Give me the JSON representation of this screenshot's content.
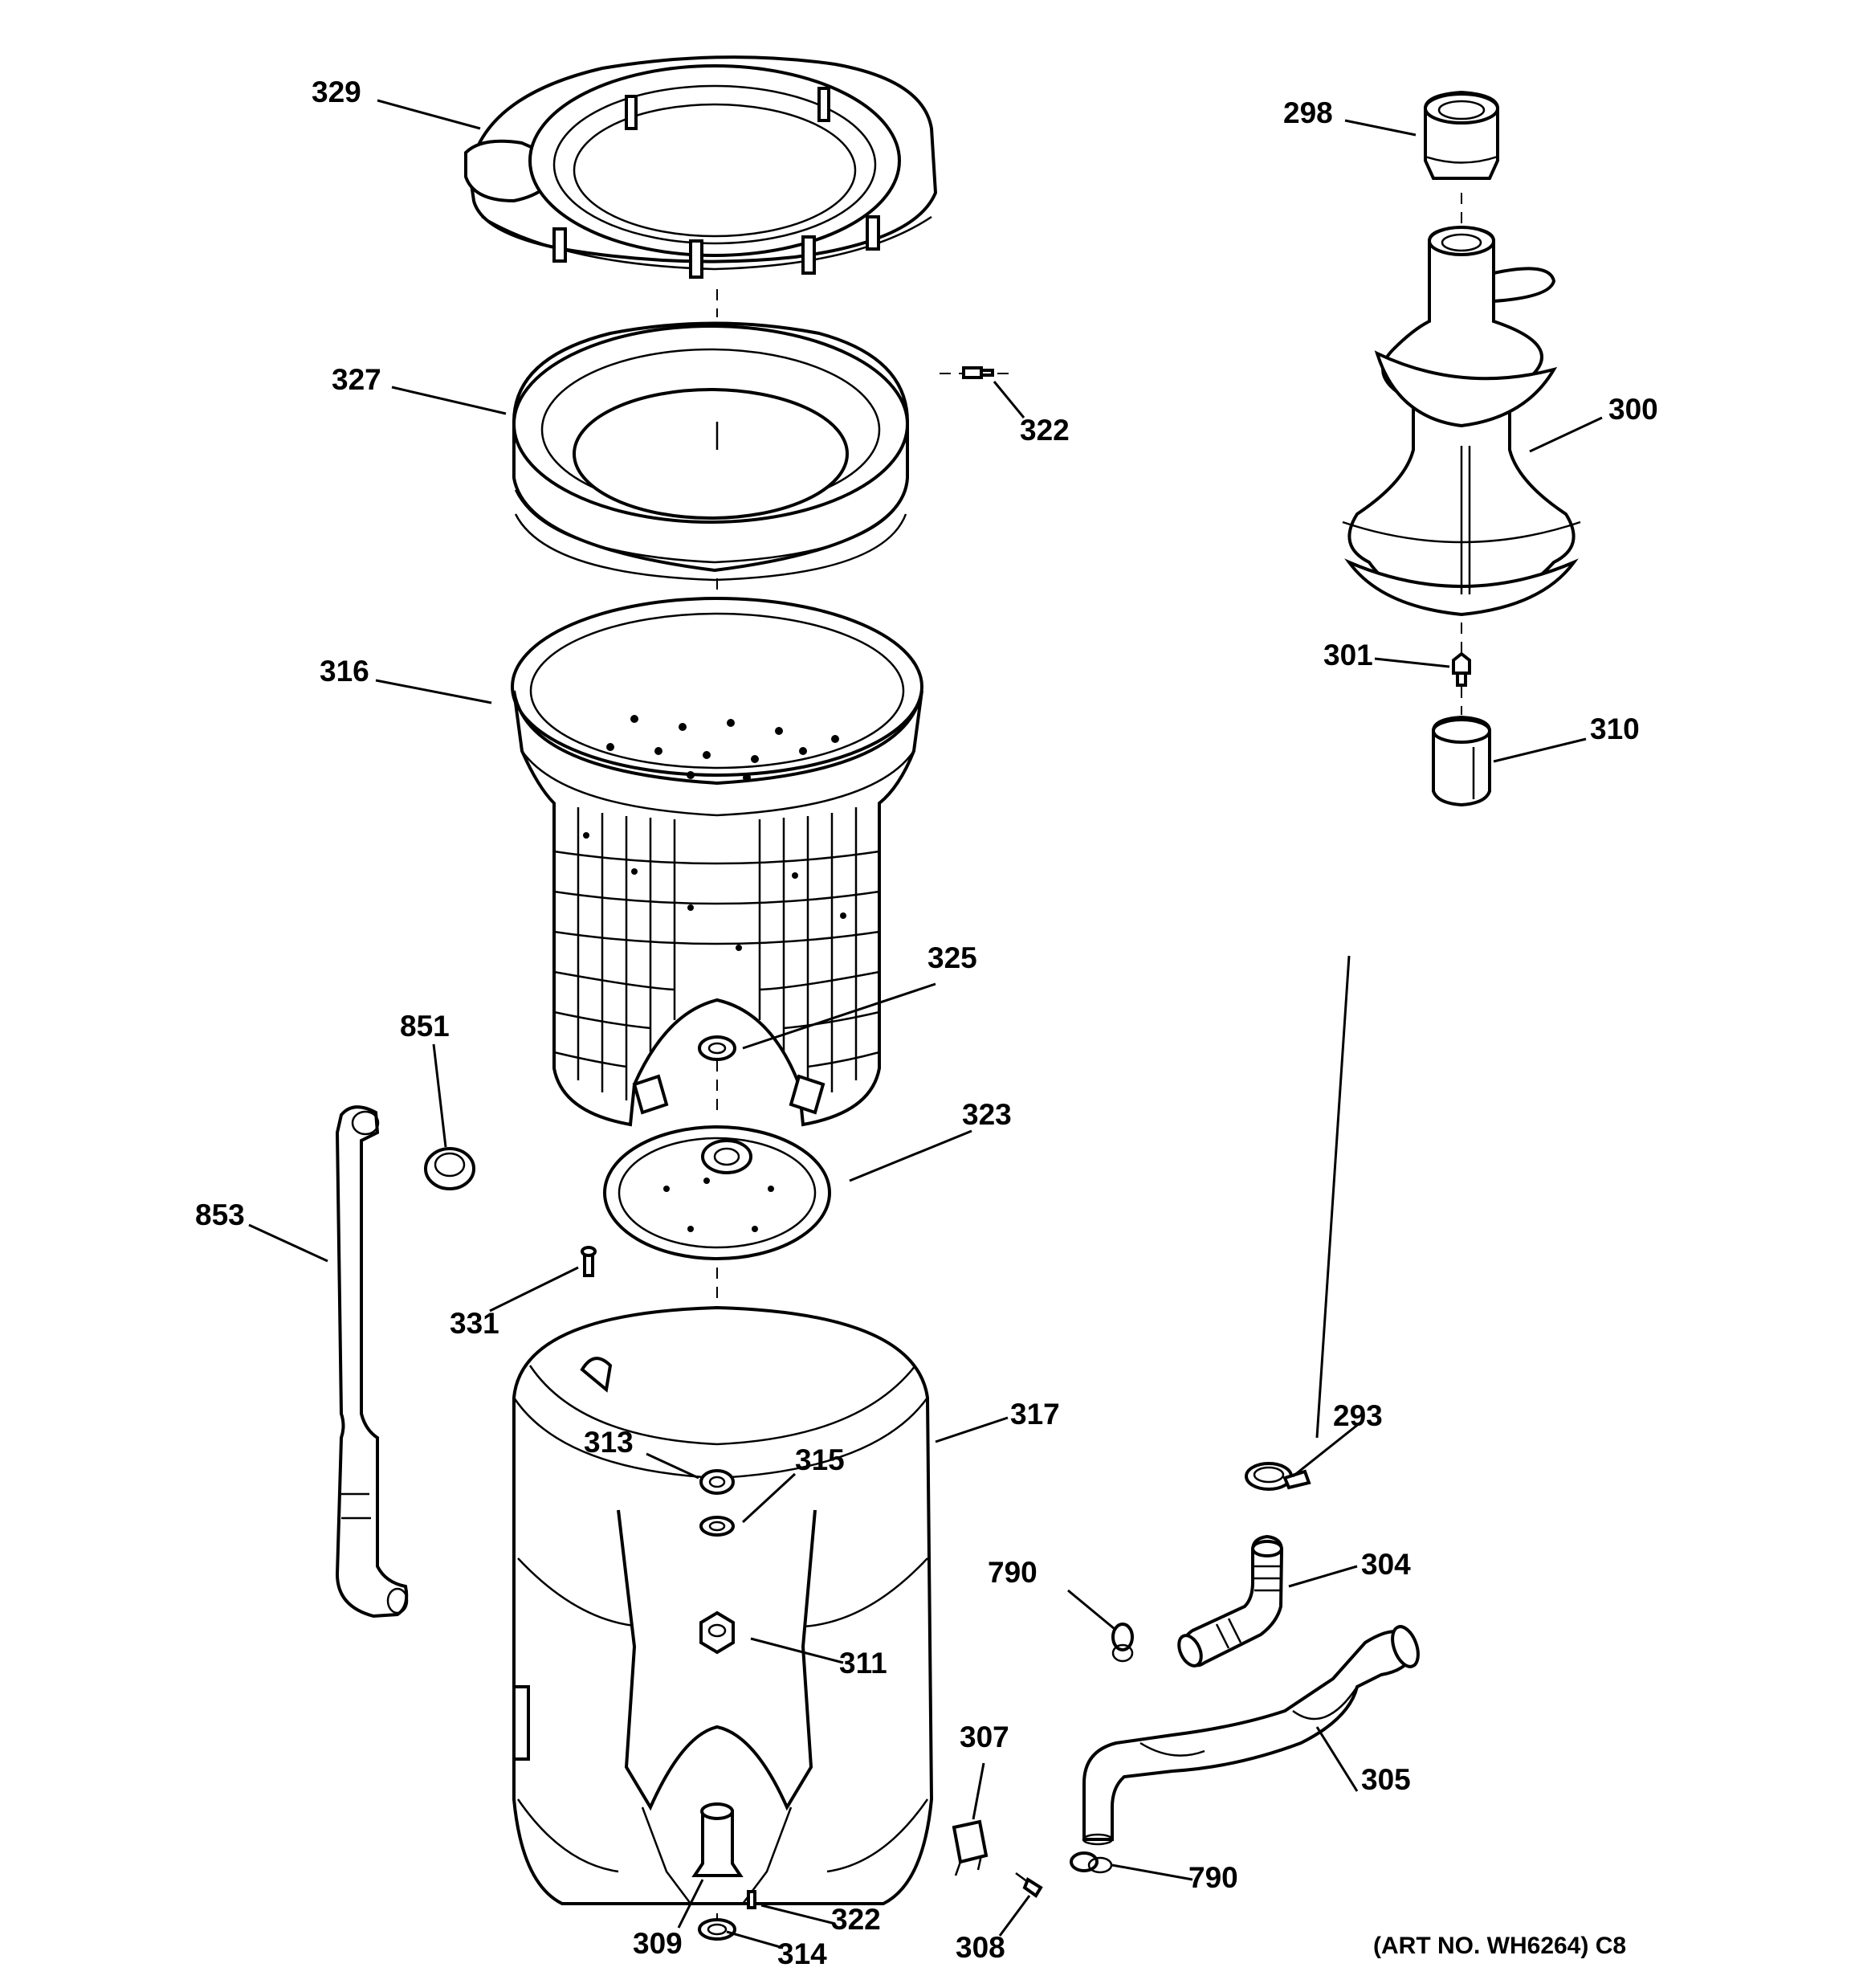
{
  "callouts": {
    "c293": "293",
    "c298": "298",
    "c300": "300",
    "c301": "301",
    "c304": "304",
    "c305": "305",
    "c307": "307",
    "c308": "308",
    "c309": "309",
    "c310": "310",
    "c311": "311",
    "c313": "313",
    "c314": "314",
    "c315": "315",
    "c316": "316",
    "c317": "317",
    "c322a": "322",
    "c322b": "322",
    "c323": "323",
    "c325": "325",
    "c327": "327",
    "c329": "329",
    "c331": "331",
    "c790a": "790",
    "c790b": "790",
    "c851": "851",
    "c853": "853"
  },
  "art_number": "(ART NO. WH6264) C8"
}
